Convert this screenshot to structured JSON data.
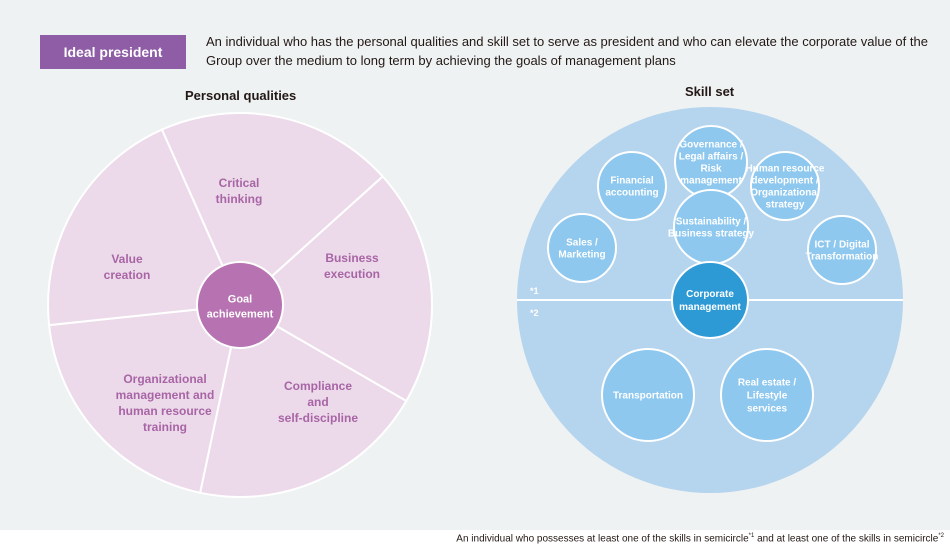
{
  "badge": "Ideal president",
  "definition": "An individual who has the personal qualities and skill set to serve as president and who can elevate the corporate value of the Group over the medium to long term by achieving the goals of management plans",
  "personal_qualities": {
    "heading": "Personal qualities",
    "center": [
      "Goal",
      "achievement"
    ],
    "segments": [
      {
        "lines": [
          "Critical",
          "thinking"
        ]
      },
      {
        "lines": [
          "Business",
          "execution"
        ]
      },
      {
        "lines": [
          "Compliance",
          "and",
          "self-discipline"
        ]
      },
      {
        "lines": [
          "Organizational",
          "management and",
          "human resource",
          "training"
        ]
      },
      {
        "lines": [
          "Value",
          "creation"
        ]
      }
    ],
    "colors": {
      "segment": "#ecdaea",
      "text": "#a865a5",
      "center": "#b672b1",
      "border": "#ffffff"
    }
  },
  "skill_set": {
    "heading": "Skill set",
    "marker1": "*1",
    "marker2": "*2",
    "upper_skills": [
      {
        "lines": [
          "Sales /",
          "Marketing"
        ]
      },
      {
        "lines": [
          "Financial",
          "accounting"
        ]
      },
      {
        "lines": [
          "Governance /",
          "Legal affairs /",
          "Risk",
          "management"
        ]
      },
      {
        "lines": [
          "Sustainability /",
          "Business strategy"
        ]
      },
      {
        "lines": [
          "Human resource",
          "development /",
          "Organizational",
          "strategy"
        ]
      },
      {
        "lines": [
          "ICT / Digital",
          "Transformation"
        ]
      }
    ],
    "center": [
      "Corporate",
      "management"
    ],
    "lower_skills": [
      {
        "lines": [
          "Transportation"
        ]
      },
      {
        "lines": [
          "Real estate /",
          "Lifestyle",
          "services"
        ]
      }
    ],
    "colors": {
      "outer": "#b5d4ee",
      "bubble": "#8ec8ef",
      "center": "#2d9ad6",
      "border": "#ffffff"
    }
  },
  "footnote": {
    "part1": "An individual who possesses at least one of the skills in semicircle",
    "sup1": "*1",
    "part2": " and at least one of the skills in semicircle",
    "sup2": "*2"
  }
}
